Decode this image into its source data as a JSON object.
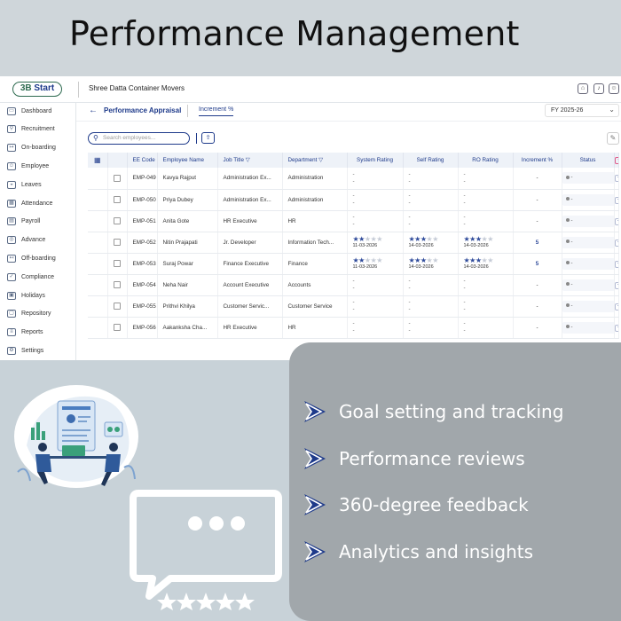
{
  "headline": "Performance Management",
  "app": {
    "logo": {
      "number": "3B",
      "word": "Start"
    },
    "company": "Shree Datta Container Movers",
    "sidebar": [
      {
        "label": "Dashboard",
        "icon": "dashboard-icon",
        "glyph": "▭"
      },
      {
        "label": "Recruitment",
        "icon": "recruitment-icon",
        "glyph": "⚲"
      },
      {
        "label": "On-boarding",
        "icon": "onboarding-icon",
        "glyph": "↦"
      },
      {
        "label": "Employee",
        "icon": "employee-icon",
        "glyph": "☺"
      },
      {
        "label": "Leaves",
        "icon": "leaves-icon",
        "glyph": "◒"
      },
      {
        "label": "Attendance",
        "icon": "attendance-icon",
        "glyph": "▦"
      },
      {
        "label": "Payroll",
        "icon": "payroll-icon",
        "glyph": "▤"
      },
      {
        "label": "Advance",
        "icon": "advance-icon",
        "glyph": "◎"
      },
      {
        "label": "Off-boarding",
        "icon": "offboarding-icon",
        "glyph": "↤"
      },
      {
        "label": "Compliance",
        "icon": "compliance-icon",
        "glyph": "✓"
      },
      {
        "label": "Holidays",
        "icon": "holidays-icon",
        "glyph": "▣"
      },
      {
        "label": "Repository",
        "icon": "repository-icon",
        "glyph": "▢"
      },
      {
        "label": "Reports",
        "icon": "reports-icon",
        "glyph": "≡"
      },
      {
        "label": "Settings",
        "icon": "settings-icon",
        "glyph": "⚙"
      }
    ],
    "page_title": "Performance Appraisal",
    "tab": "Increment %",
    "fiscal_year": "FY 2025-26",
    "search_placeholder": "Search employees...",
    "columns": [
      "EE Code",
      "Employee Name",
      "Job Title",
      "Department",
      "System Rating",
      "Self Rating",
      "RO Rating",
      "Increment %",
      "Status"
    ],
    "rows": [
      {
        "code": "EMP-049",
        "name": "Kavya Rajput",
        "job": "Administration Ex...",
        "dept": "Administration",
        "sys": null,
        "self": null,
        "ro": null,
        "inc": "-",
        "status": "-"
      },
      {
        "code": "EMP-050",
        "name": "Priya Dubey",
        "job": "Administration Ex...",
        "dept": "Administration",
        "sys": null,
        "self": null,
        "ro": null,
        "inc": "-",
        "status": "-"
      },
      {
        "code": "EMP-051",
        "name": "Anita Gote",
        "job": "HR Executive",
        "dept": "HR",
        "sys": null,
        "self": null,
        "ro": null,
        "inc": "-",
        "status": "-"
      },
      {
        "code": "EMP-052",
        "name": "Nitin Prajapati",
        "job": "Jr. Developer",
        "dept": "Information Tech...",
        "sys": {
          "stars": 2,
          "date": "11-03-2026"
        },
        "self": {
          "stars": 3,
          "date": "14-03-2026"
        },
        "ro": {
          "stars": 3,
          "date": "14-03-2026"
        },
        "inc": "5",
        "status": "-"
      },
      {
        "code": "EMP-053",
        "name": "Suraj Powar",
        "job": "Finance Executive",
        "dept": "Finance",
        "sys": {
          "stars": 2,
          "date": "11-03-2026"
        },
        "self": {
          "stars": 3,
          "date": "14-03-2026"
        },
        "ro": {
          "stars": 3,
          "date": "14-03-2026"
        },
        "inc": "5",
        "status": "-"
      },
      {
        "code": "EMP-054",
        "name": "Neha Nair",
        "job": "Account Executive",
        "dept": "Accounts",
        "sys": null,
        "self": null,
        "ro": null,
        "inc": "-",
        "status": "-"
      },
      {
        "code": "EMP-055",
        "name": "Prithvi Khilya",
        "job": "Customer Servic...",
        "dept": "Customer Service",
        "sys": null,
        "self": null,
        "ro": null,
        "inc": "-",
        "status": "-"
      },
      {
        "code": "EMP-056",
        "name": "Aakanksha Cha...",
        "job": "HR Executive",
        "dept": "HR",
        "sys": null,
        "self": null,
        "ro": null,
        "inc": "-",
        "status": "-"
      }
    ]
  },
  "features": [
    "Goal setting and tracking",
    "Performance reviews",
    "360-degree feedback",
    "Analytics and insights"
  ],
  "colors": {
    "accent": "#1e3a8a",
    "card": "#a1a7ab",
    "page": "#c8d2d8"
  }
}
